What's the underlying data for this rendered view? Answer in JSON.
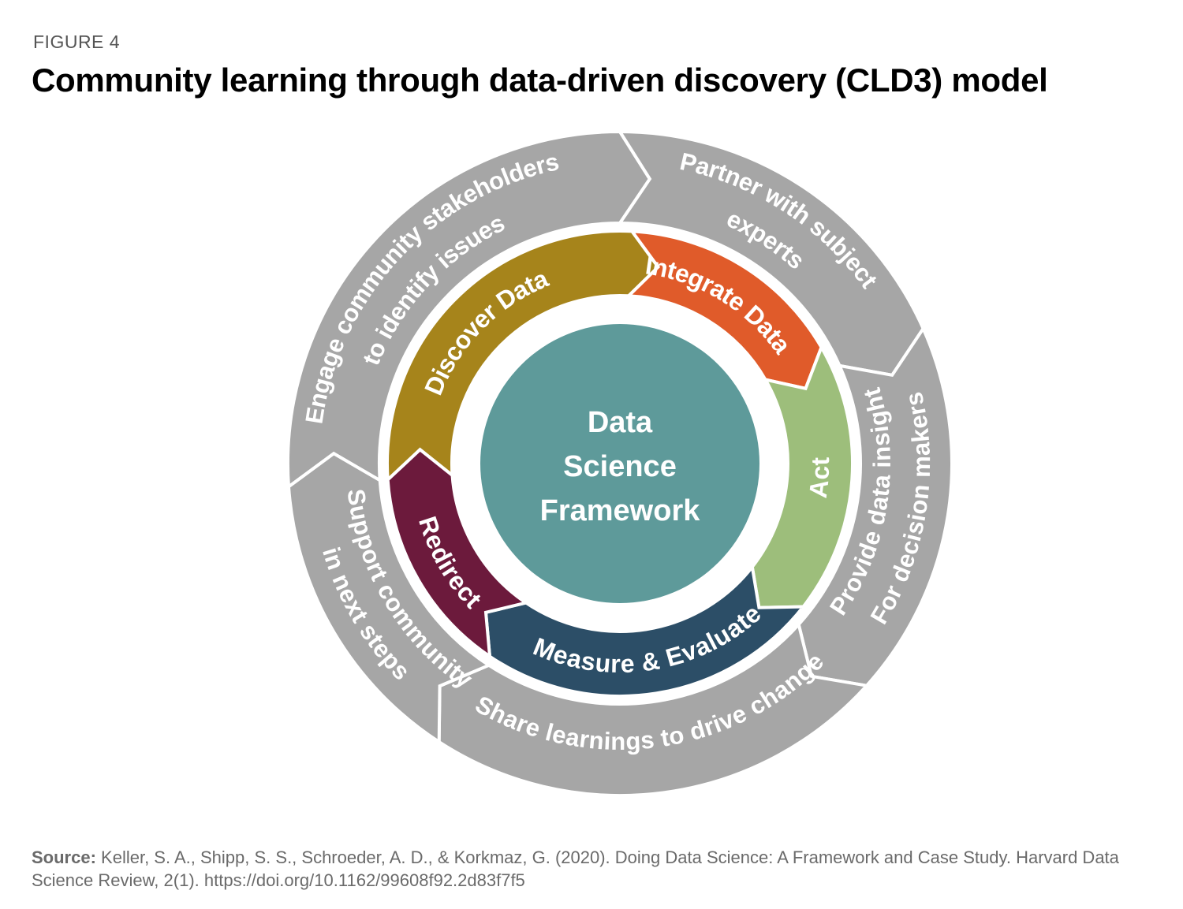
{
  "figure_label": "FIGURE 4",
  "title": "Community learning through data-driven discovery (CLD3) model",
  "center": {
    "lines": [
      "Data",
      "Science",
      "Framework"
    ],
    "color": "#5E9A9A"
  },
  "inner_ring": [
    {
      "label": "Discover Data",
      "color": "#A6841B"
    },
    {
      "label": "Integrate Data",
      "color": "#E05B2A"
    },
    {
      "label": "Act",
      "color": "#9DBE7B"
    },
    {
      "label": "Measure & Evaluate",
      "color": "#2C4E67"
    },
    {
      "label": "Redirect",
      "color": "#6C1A3C"
    }
  ],
  "outer_ring": [
    {
      "lines": [
        "Engage community stakeholders",
        "to identify issues"
      ]
    },
    {
      "lines": [
        "Partner with subject",
        "experts"
      ]
    },
    {
      "lines": [
        "Provide data insight",
        "For decision makers"
      ]
    },
    {
      "lines": [
        "Share learnings to drive change"
      ]
    },
    {
      "lines": [
        "Support community",
        "in next steps"
      ]
    }
  ],
  "outer_color": "#A6A6A6",
  "source": {
    "label": "Source:",
    "text": "Keller, S. A., Shipp, S. S., Schroeder, A. D., & Korkmaz, G. (2020). Doing Data Science: A Framework and Case Study. Harvard Data Science Review, 2(1). https://doi.org/10.1162/99608f92.2d83f7f5"
  }
}
